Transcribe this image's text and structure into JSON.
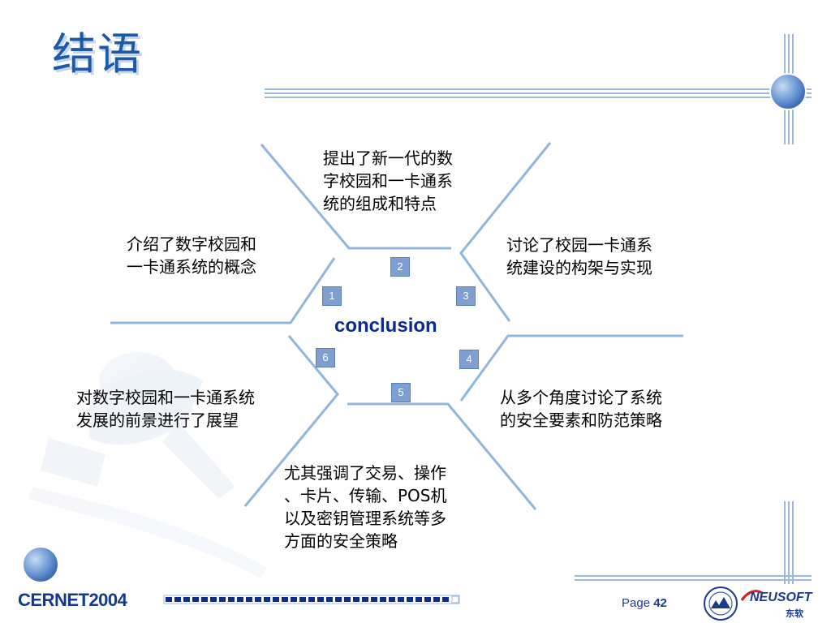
{
  "slide": {
    "title": "结语",
    "center_label": "conclusion",
    "points": [
      {
        "num": "1",
        "text": [
          "介绍了数字校园和",
          "一卡通系统的概念"
        ]
      },
      {
        "num": "2",
        "text": [
          "提出了新一代的数",
          "字校园和一卡通系",
          "统的组成和特点"
        ]
      },
      {
        "num": "3",
        "text": [
          "讨论了校园一卡通系",
          "统建设的构架与实现"
        ]
      },
      {
        "num": "4",
        "text": [
          "从多个角度讨论了系统",
          "的安全要素和防范策略"
        ]
      },
      {
        "num": "5",
        "text": [
          "尤其强调了交易、操作",
          "、卡片、传输、POS机",
          "以及密钥管理系统等多",
          "方面的安全策略"
        ]
      },
      {
        "num": "6",
        "text": [
          "对数字校园和一卡通系统",
          "发展的前景进行了展望"
        ]
      }
    ]
  },
  "footer": {
    "left": "CERNET2004",
    "page_label": "Page",
    "page_number": "42",
    "logo_text": "NEUSOFT",
    "logo_cn": "东软"
  },
  "colors": {
    "title": "#1c5aa8",
    "line": "#8fb6dc",
    "badge": "#7e9fd0",
    "accent_dark": "#0b2a8a"
  }
}
